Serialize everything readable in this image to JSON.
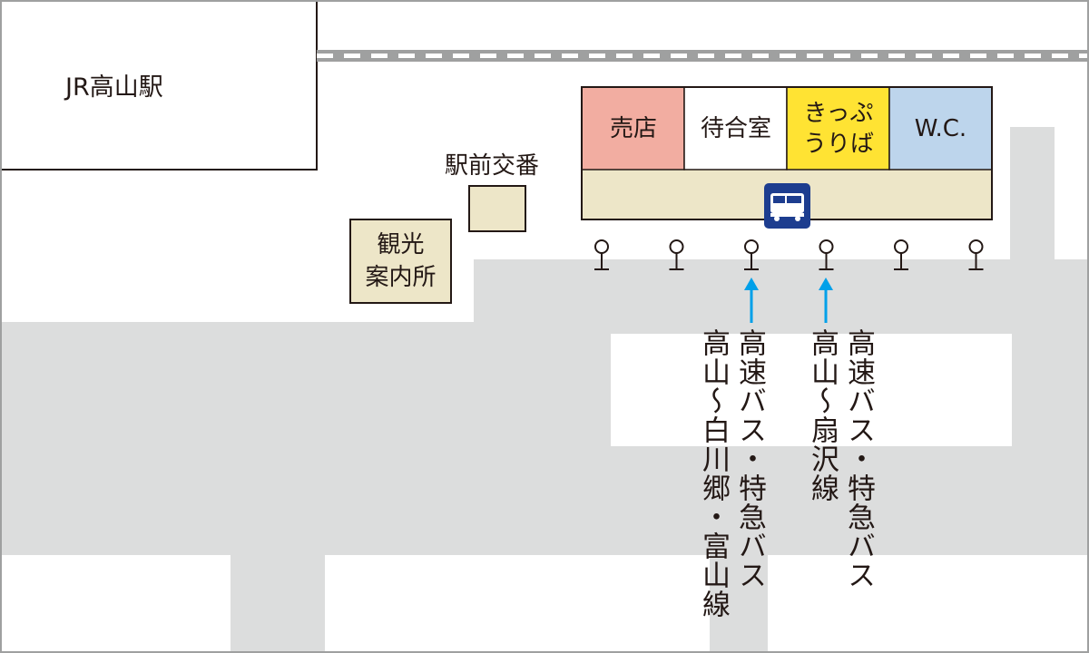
{
  "map": {
    "station": "JR高山駅",
    "koban": "駅前交番",
    "tourist_info": "観光\n案内所",
    "shops": [
      {
        "key": "shop",
        "label": "売店",
        "color": "#f2ada1"
      },
      {
        "key": "waiting-room",
        "label": "待合室",
        "color": "#ffffff"
      },
      {
        "key": "ticket-office",
        "label": "きっぷ\nうりば",
        "color": "#ffe333"
      },
      {
        "key": "toilet",
        "label": "W.C.",
        "color": "#bdd5ec"
      }
    ],
    "routes": [
      {
        "key": "shirakawago-toyama",
        "text": "高速バス・特急バス\n高山〜白川郷・富山線"
      },
      {
        "key": "ogisawa",
        "text": "高速バス・特急バス\n高山〜扇沢線"
      }
    ],
    "bus_stop_count": 6,
    "bus_icon": "bus-icon",
    "bus_stop_icon": "bus-stop-pole-icon",
    "arrow_icon": "arrow-up-icon",
    "colors": {
      "road": "#dcdddd",
      "platform": "#ede6c8",
      "koban": "#ede6c8",
      "railway": "#9fa0a0",
      "arrow": "#00a0e9",
      "bus_icon_bg": "#1d3d8f",
      "frame": "#9fa0a0",
      "outline": "#231815"
    }
  }
}
